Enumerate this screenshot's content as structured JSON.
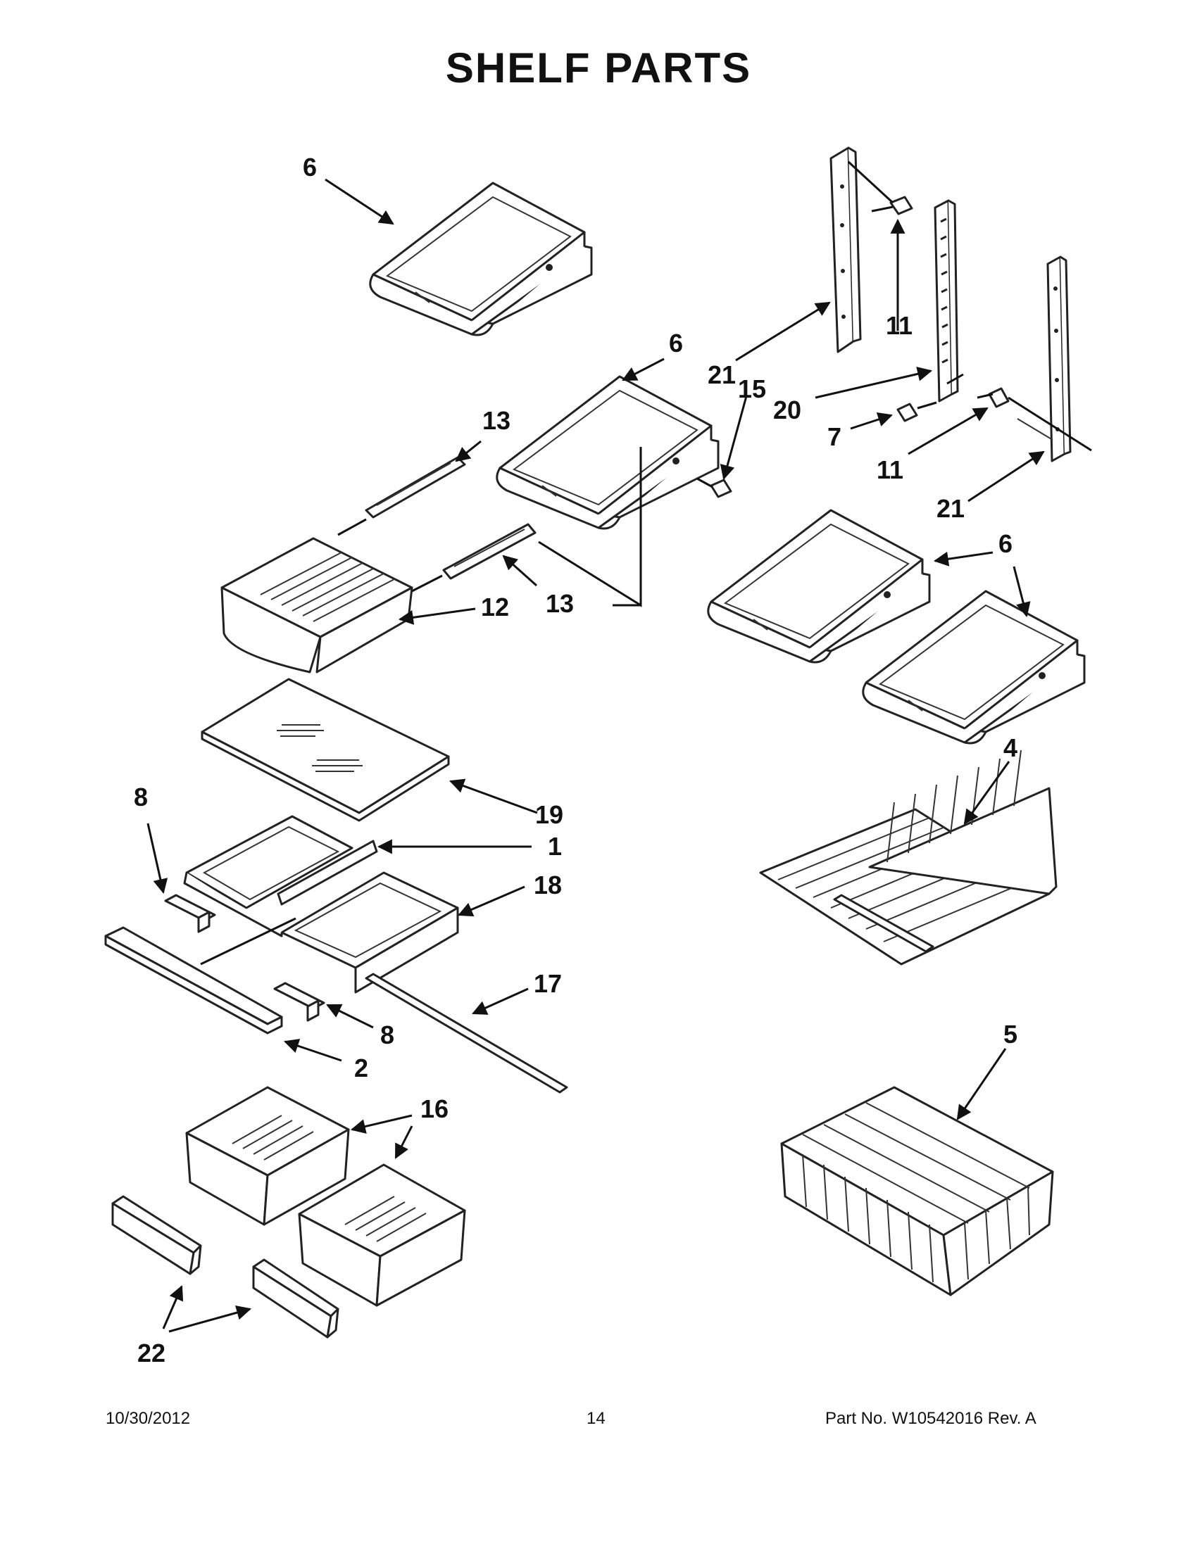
{
  "title": "SHELF  PARTS",
  "footer": {
    "date": "10/30/2012",
    "page": "14",
    "part_no": "Part No.  W10542016  Rev.  A"
  },
  "callouts": {
    "c1": "1",
    "c2": "2",
    "c4": "4",
    "c5": "5",
    "c6": "6",
    "c7": "7",
    "c8": "8",
    "c11": "11",
    "c12": "12",
    "c13": "13",
    "c15": "15",
    "c16": "16",
    "c17": "17",
    "c18": "18",
    "c19": "19",
    "c20": "20",
    "c21": "21",
    "c22": "22"
  }
}
